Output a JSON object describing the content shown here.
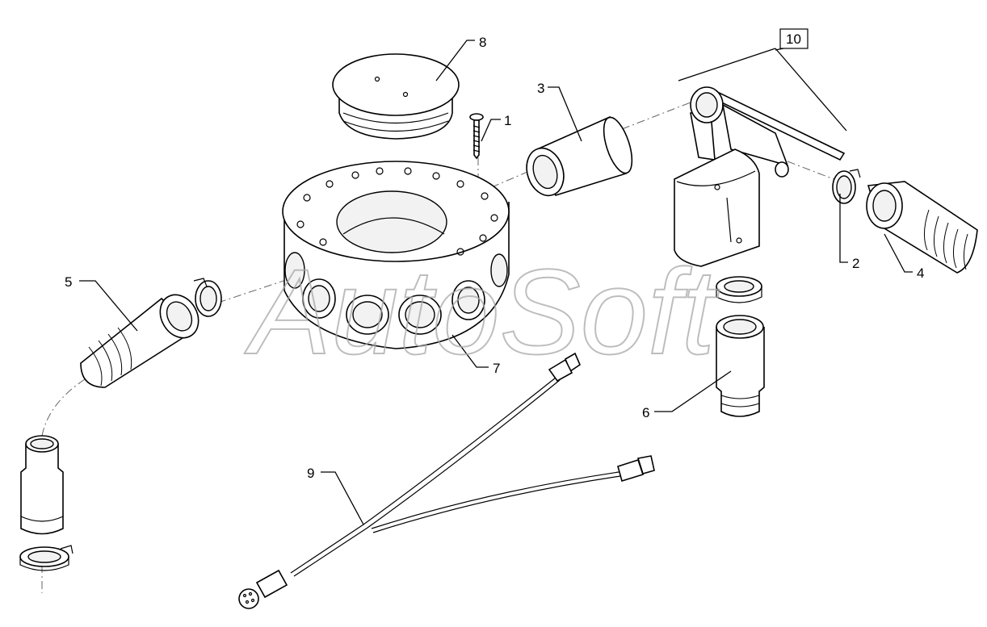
{
  "watermark": "AutoSoft",
  "callouts": [
    {
      "id": "1",
      "label": "1"
    },
    {
      "id": "2",
      "label": "2"
    },
    {
      "id": "3",
      "label": "3"
    },
    {
      "id": "4",
      "label": "4"
    },
    {
      "id": "5",
      "label": "5"
    },
    {
      "id": "6",
      "label": "6"
    },
    {
      "id": "7",
      "label": "7"
    },
    {
      "id": "8",
      "label": "8"
    },
    {
      "id": "9",
      "label": "9"
    },
    {
      "id": "10",
      "label": "10"
    }
  ],
  "colors": {
    "line": "#000000",
    "background": "#ffffff",
    "watermark": "#a8a8a8"
  }
}
